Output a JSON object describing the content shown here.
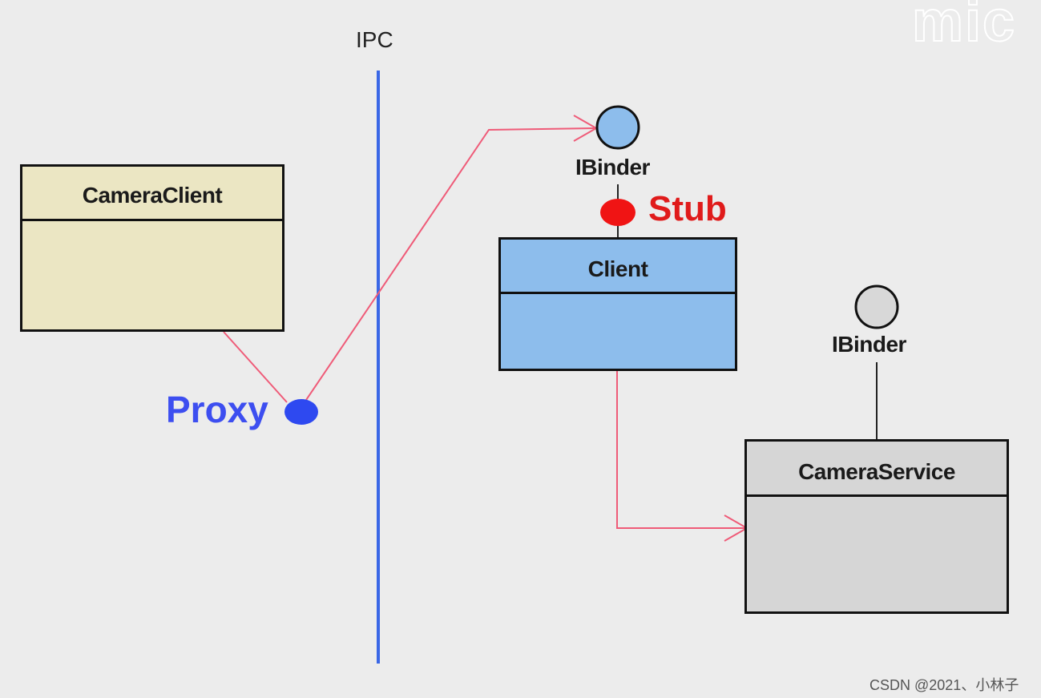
{
  "diagram": {
    "ipc_label": "IPC",
    "classes": {
      "camera_client": "CameraClient",
      "client": "Client",
      "camera_service": "CameraService"
    },
    "ibinder_top": "IBinder",
    "ibinder_right": "IBinder",
    "stub_label": "Stub",
    "proxy_label": "Proxy",
    "logo_text": "mic",
    "watermark": "CSDN @2021、小林子"
  },
  "colors": {
    "background": "#ececec",
    "camera_client_fill": "#ebe6c3",
    "client_fill": "#8dbdec",
    "camera_service_fill": "#d6d6d6",
    "ipc_line": "#3a67e6",
    "link_line": "#ef5b78",
    "stub_dot": "#f01414",
    "proxy_dot": "#2e49f0",
    "ibinder_top_circle": "#8dbdec",
    "ibinder_right_circle": "#d8d8d8"
  }
}
